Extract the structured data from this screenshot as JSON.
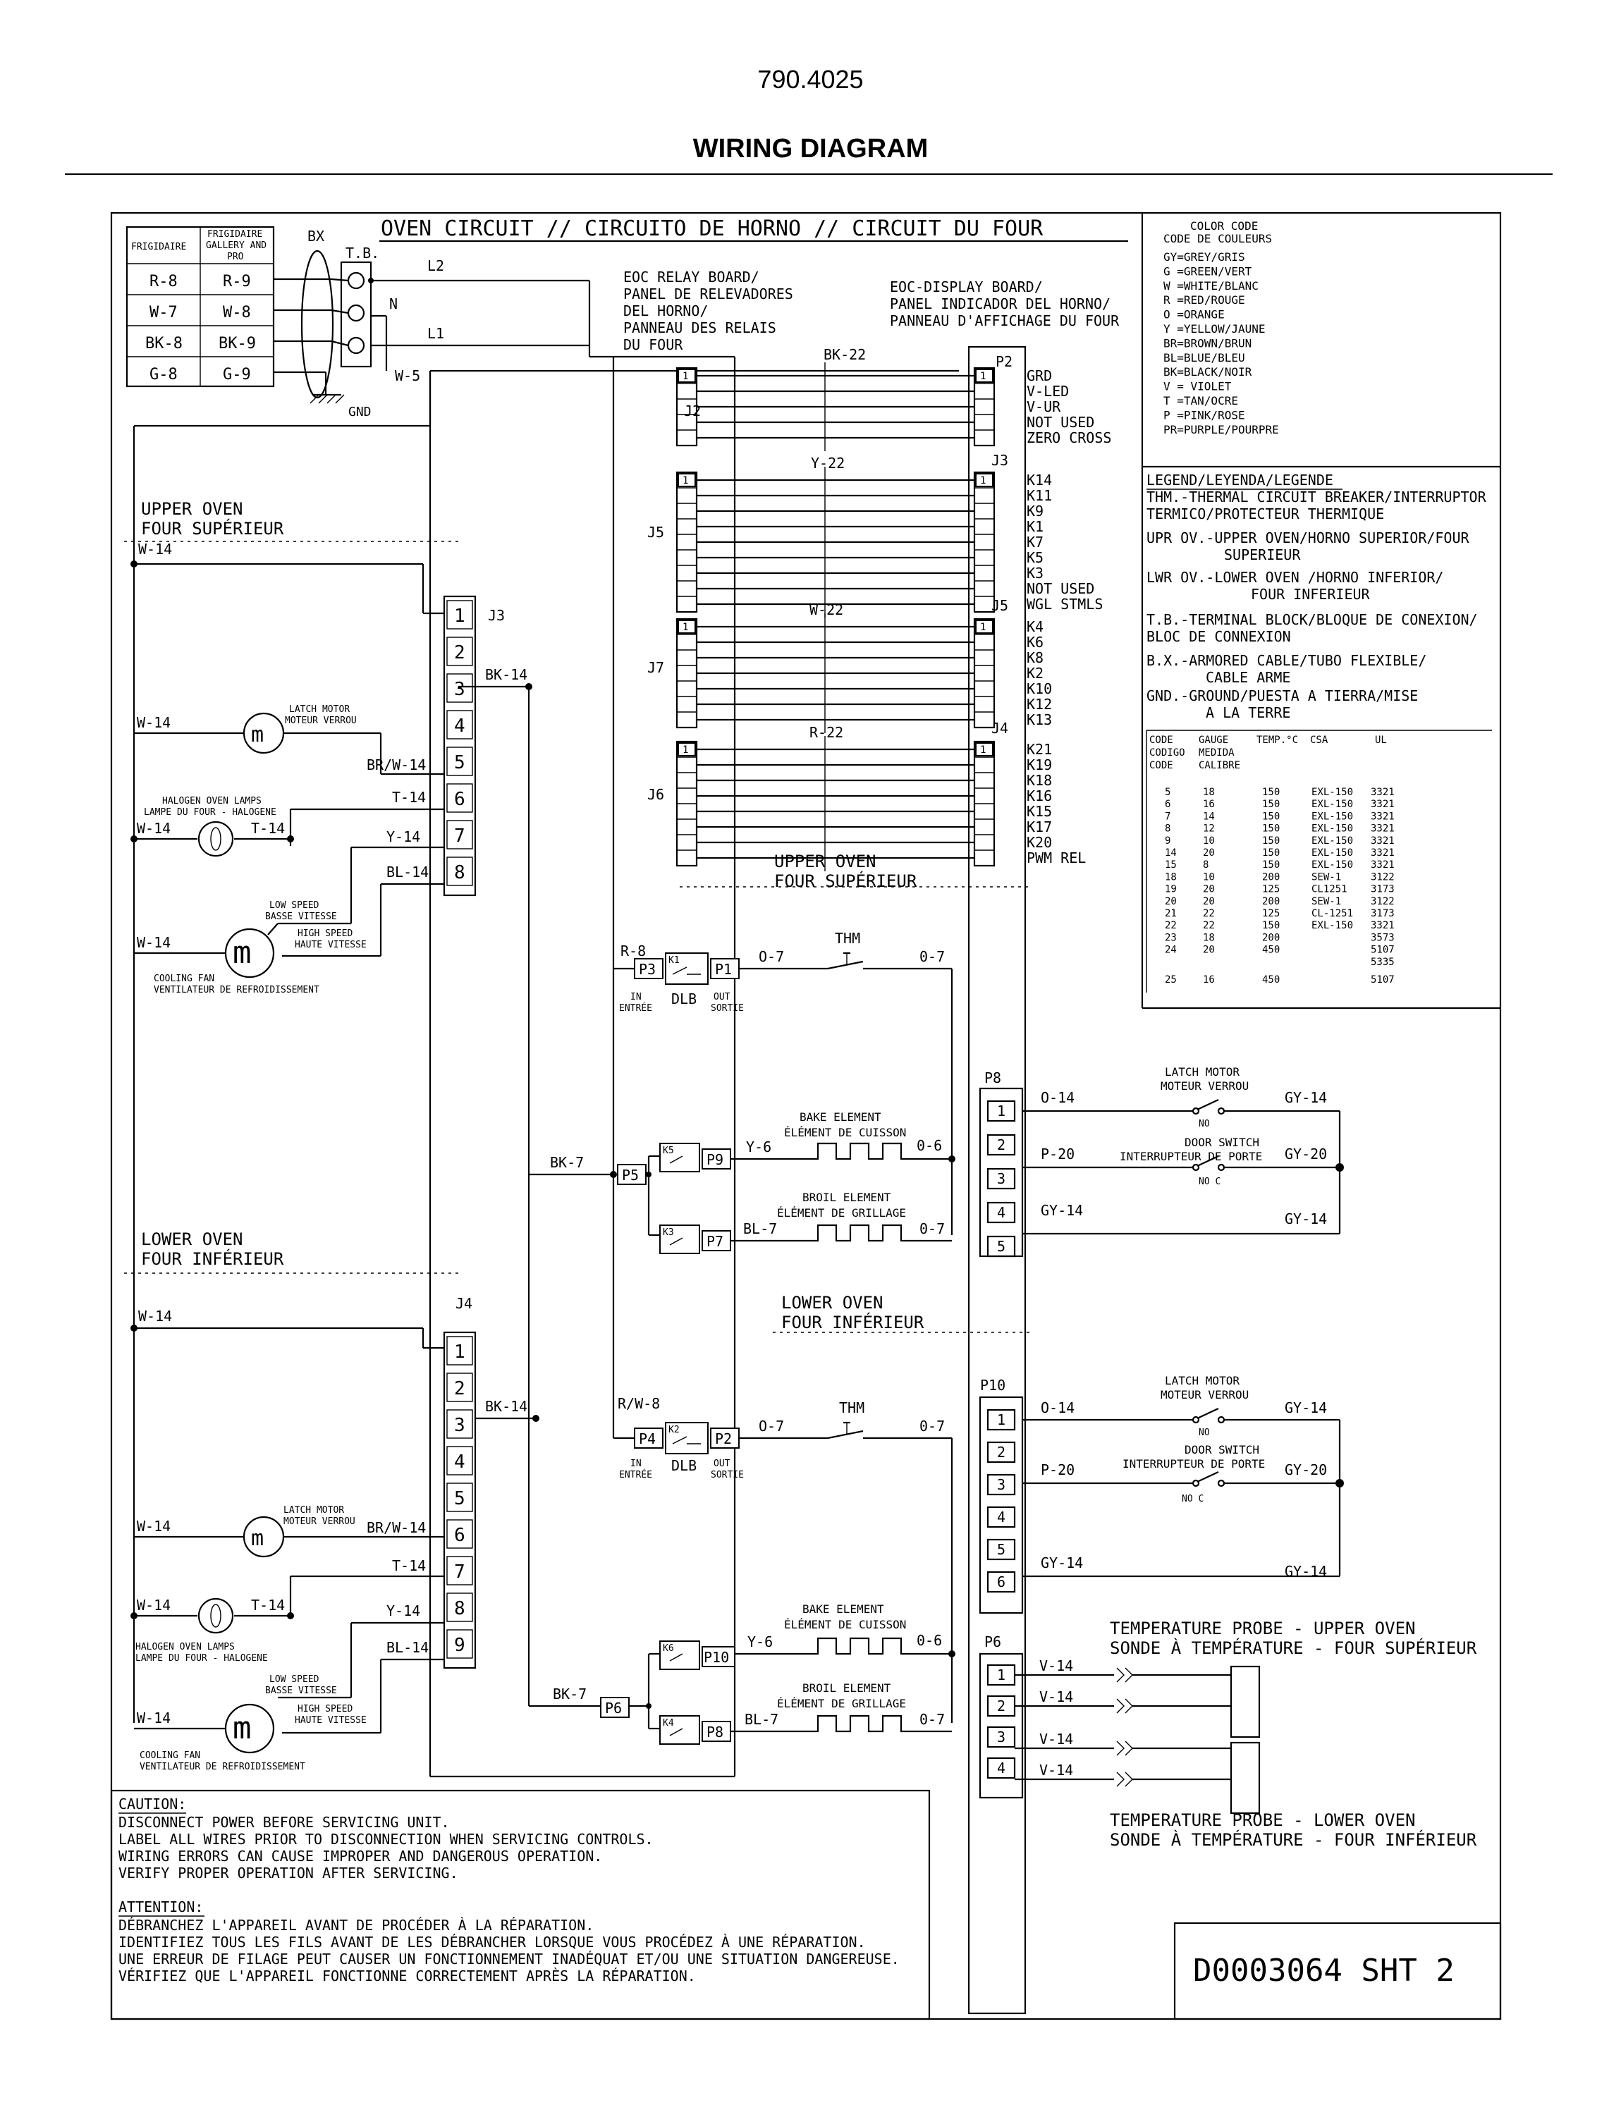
{
  "header": {
    "number": "790.4025",
    "title": "WIRING DIAGRAM"
  },
  "title": "OVEN CIRCUIT // CIRCUITO DE HORNO // CIRCUIT DU FOUR",
  "top_table": {
    "col1": "FRIGIDAIRE",
    "col2": [
      "FRIGIDAIRE",
      "GALLERY AND",
      "PRO"
    ],
    "rows": [
      [
        "R-8",
        "R-9"
      ],
      [
        "W-7",
        "W-8"
      ],
      [
        "BK-8",
        "BK-9"
      ],
      [
        "G-8",
        "G-9"
      ]
    ]
  },
  "power": {
    "bx": "BX",
    "tb": "T.B.",
    "l2": "L2",
    "n": "N",
    "l1": "L1",
    "gnd": "GND",
    "w5": "W-5"
  },
  "relay_board": [
    "EOC RELAY BOARD/",
    "PANEL DE RELEVADORES",
    "DEL HORNO/",
    "PANNEAU DES RELAIS",
    "DU FOUR"
  ],
  "display_board": [
    "EOC-DISPLAY BOARD/",
    "PANEL INDICADOR DEL HORNO/",
    "PANNEAU D'AFFICHAGE DU FOUR"
  ],
  "harnesses": [
    {
      "jl": "J2",
      "jr": "P2",
      "wire": "BK-22",
      "pins": [
        "GRD",
        "V-LED",
        "V-UR",
        "NOT USED",
        "ZERO CROSS"
      ]
    },
    {
      "jl": "J5",
      "jr": "J3",
      "wire": "Y-22",
      "pins": [
        "K14",
        "K11",
        "K9",
        "K1",
        "K7",
        "K5",
        "K3",
        "NOT USED",
        "WGL STMLS"
      ]
    },
    {
      "jl": "J7",
      "jr": "J5",
      "wire": "W-22",
      "pins": [
        "K4",
        "K6",
        "K8",
        "K2",
        "K10",
        "K12",
        "K13"
      ]
    },
    {
      "jl": "J6",
      "jr": "J4",
      "wire": "R-22",
      "pins": [
        "K21",
        "K19",
        "K18",
        "K16",
        "K15",
        "K17",
        "K20",
        "PWM REL"
      ]
    }
  ],
  "pin_one": "1",
  "color_code": {
    "title": [
      "COLOR CODE",
      "CODE DE COULEURS"
    ],
    "items": [
      "GY=GREY/GRIS",
      "G =GREEN/VERT",
      "W =WHITE/BLANC",
      "R =RED/ROUGE",
      "O =ORANGE",
      "Y =YELLOW/JAUNE",
      "BR=BROWN/BRUN",
      "BL=BLUE/BLEU",
      "BK=BLACK/NOIR",
      "V = VIOLET",
      "T =TAN/OCRE",
      "P =PINK/ROSE",
      "PR=PURPLE/POURPRE"
    ]
  },
  "legend": {
    "title": "LEGEND/LEYENDA/LEGENDE",
    "lines": [
      "THM.-THERMAL CIRCUIT BREAKER/INTERRUPTOR",
      "TERMICO/PROTECTEUR THERMIQUE",
      "UPR OV.-UPPER OVEN/HORNO SUPERIOR/FOUR",
      "SUPERIEUR",
      "LWR OV.-LOWER OVEN /HORNO INFERIOR/",
      "FOUR INFERIEUR",
      "T.B.-TERMINAL BLOCK/BLOQUE DE CONEXION/",
      "BLOC DE CONNEXION",
      "B.X.-ARMORED CABLE/TUBO FLEXIBLE/",
      "CABLE ARME",
      "GND.-GROUND/PUESTA A TIERRA/MISE",
      "A LA TERRE"
    ]
  },
  "gauge_table": {
    "headers": [
      [
        "CODE",
        "CODIGO",
        "CODE"
      ],
      [
        "GAUGE",
        "MEDIDA",
        "CALIBRE"
      ],
      [
        "TEMP.°C"
      ],
      [
        "CSA"
      ],
      [
        "UL"
      ]
    ],
    "rows": [
      [
        "5",
        "18",
        "150",
        "EXL-150",
        "3321"
      ],
      [
        "6",
        "16",
        "150",
        "EXL-150",
        "3321"
      ],
      [
        "7",
        "14",
        "150",
        "EXL-150",
        "3321"
      ],
      [
        "8",
        "12",
        "150",
        "EXL-150",
        "3321"
      ],
      [
        "9",
        "10",
        "150",
        "EXL-150",
        "3321"
      ],
      [
        "14",
        "20",
        "150",
        "EXL-150",
        "3321"
      ],
      [
        "15",
        "8",
        "150",
        "EXL-150",
        "3321"
      ],
      [
        "18",
        "10",
        "200",
        "SEW-1",
        "3122"
      ],
      [
        "19",
        "20",
        "125",
        "CL1251",
        "3173"
      ],
      [
        "20",
        "20",
        "200",
        "SEW-1",
        "3122"
      ],
      [
        "21",
        "22",
        "125",
        "CL-1251",
        "3173"
      ],
      [
        "22",
        "22",
        "150",
        "EXL-150",
        "3321"
      ],
      [
        "23",
        "18",
        "200",
        "",
        "3573"
      ],
      [
        "24",
        "20",
        "450",
        "",
        "5107"
      ],
      [
        "",
        "",
        "",
        "",
        "5335"
      ],
      [
        "25",
        "16",
        "450",
        "",
        "5107"
      ]
    ]
  },
  "upper_oven": {
    "label": [
      "UPPER OVEN",
      "FOUR SUPÉRIEUR"
    ],
    "connector": "J3",
    "pins": [
      "1",
      "2",
      "3",
      "4",
      "5",
      "6",
      "7",
      "8"
    ],
    "w14": "W-14",
    "bk14": "BK-14",
    "brw14": "BR/W-14",
    "t14": "T-14",
    "y14": "Y-14",
    "bl14": "BL-14",
    "latch": [
      "LATCH MOTOR",
      "MOTEUR VERROU"
    ],
    "halogen": [
      "HALOGEN OVEN LAMPS",
      "LAMPE DU FOUR - HALOGENE"
    ],
    "low_speed": [
      "LOW SPEED",
      "BASSE VITESSE"
    ],
    "high_speed": [
      "HIGH SPEED",
      "HAUTE VITESSE"
    ],
    "fan": [
      "COOLING FAN",
      "VENTILATEUR DE REFROIDISSEMENT"
    ]
  },
  "lower_oven": {
    "label": [
      "LOWER OVEN",
      "FOUR INFÉRIEUR"
    ],
    "connector": "J4",
    "pins": [
      "1",
      "2",
      "3",
      "4",
      "5",
      "6",
      "7",
      "8",
      "9"
    ],
    "w14": "W-14",
    "bk14": "BK-14",
    "brw14": "BR/W-14",
    "t14": "T-14",
    "y14": "Y-14",
    "bl14": "BL-14",
    "latch": [
      "LATCH MOTOR",
      "MOTEUR VERROU"
    ],
    "halogen": [
      "HALOGEN OVEN LAMPS",
      "LAMPE DU FOUR - HALOGENE"
    ],
    "low_speed": [
      "LOW SPEED",
      "BASSE VITESSE"
    ],
    "high_speed": [
      "HIGH SPEED",
      "HAUTE VITESSE"
    ],
    "fan": [
      "COOLING FAN",
      "VENTILATEUR DE REFROIDISSEMENT"
    ]
  },
  "upper_circuit": {
    "label": [
      "UPPER OVEN",
      "FOUR SUPÉRIEUR"
    ],
    "r8": "R-8",
    "p3": "P3",
    "k1": "K1",
    "p1": "P1",
    "o7": "O-7",
    "thm": "THM",
    "o7b": "0-7",
    "in": [
      "IN",
      "ENTRÉE"
    ],
    "dlb": "DLB",
    "out": [
      "OUT",
      "SORTIE"
    ],
    "bk7": "BK-7",
    "p5": "P5",
    "k5": "K5",
    "p9": "P9",
    "y6": "Y-6",
    "o6": "0-6",
    "bake": [
      "BAKE ELEMENT",
      "ÉLÉMENT DE CUISSON"
    ],
    "k3": "K3",
    "p7": "P7",
    "bl7": "BL-7",
    "o7c": "0-7",
    "broil": [
      "BROIL ELEMENT",
      "ÉLÉMENT DE GRILLAGE"
    ]
  },
  "lower_circuit": {
    "label": [
      "LOWER OVEN",
      "FOUR INFÉRIEUR"
    ],
    "rw8": "R/W-8",
    "p4": "P4",
    "k2": "K2",
    "p2": "P2",
    "o7": "O-7",
    "thm": "THM",
    "o7b": "0-7",
    "in": [
      "IN",
      "ENTRÉE"
    ],
    "dlb": "DLB",
    "out": [
      "OUT",
      "SORTIE"
    ],
    "bk7": "BK-7",
    "p6": "P6",
    "k6": "K6",
    "p10": "P10",
    "y6": "Y-6",
    "o6": "0-6",
    "bake": [
      "BAKE ELEMENT",
      "ÉLÉMENT DE CUISSON"
    ],
    "k4": "K4",
    "p8": "P8",
    "bl7": "BL-7",
    "o7c": "0-7",
    "broil": [
      "BROIL ELEMENT",
      "ÉLÉMENT DE GRILLAGE"
    ]
  },
  "p8_block": {
    "name": "P8",
    "pins": [
      "1",
      "2",
      "3",
      "4",
      "5"
    ],
    "o14": "O-14",
    "p20": "P-20",
    "gy14a": "GY-14",
    "gy20": "GY-20",
    "gy14b": "GY-14",
    "gy14c": "GY-14",
    "latch": [
      "LATCH MOTOR",
      "MOTEUR VERROU"
    ],
    "no": "NO",
    "door": [
      "DOOR SWITCH",
      "INTERRUPTEUR DE PORTE"
    ],
    "noc": "NO  C"
  },
  "p10_block": {
    "name": "P10",
    "pins": [
      "1",
      "2",
      "3",
      "4",
      "5",
      "6"
    ],
    "o14": "O-14",
    "p20": "P-20",
    "gy14a": "GY-14",
    "gy20": "GY-20",
    "gy14b": "GY-14",
    "gy14c": "GY-14",
    "latch": [
      "LATCH MOTOR",
      "MOTEUR VERROU"
    ],
    "no": "NO",
    "door": [
      "DOOR SWITCH",
      "INTERRUPTEUR DE PORTE"
    ],
    "noc": "NO     C"
  },
  "probe": {
    "name": "P6",
    "pins": [
      "1",
      "2",
      "3",
      "4"
    ],
    "v14": "V-14",
    "upper": [
      "TEMPERATURE PROBE - UPPER OVEN",
      "SONDE À TEMPÉRATURE - FOUR SUPÉRIEUR"
    ],
    "lower": [
      "TEMPERATURE PROBE - LOWER OVEN",
      "SONDE À TEMPÉRATURE - FOUR INFÉRIEUR"
    ]
  },
  "caution": {
    "title": "CAUTION:",
    "lines": [
      "DISCONNECT POWER BEFORE SERVICING UNIT.",
      "LABEL ALL WIRES PRIOR TO DISCONNECTION WHEN SERVICING CONTROLS.",
      "WIRING ERRORS CAN CAUSE IMPROPER AND DANGEROUS OPERATION.",
      "VERIFY PROPER OPERATION AFTER SERVICING."
    ]
  },
  "attention": {
    "title": "ATTENTION:",
    "lines": [
      "DÉBRANCHEZ L'APPAREIL AVANT DE PROCÉDER À LA RÉPARATION.",
      "IDENTIFIEZ TOUS LES FILS AVANT DE LES DÉBRANCHER LORSQUE VOUS PROCÉDEZ À UNE RÉPARATION.",
      "UNE ERREUR DE FILAGE PEUT CAUSER UN FONCTIONNEMENT INADÉQUAT ET/OU UNE SITUATION DANGEREUSE.",
      "VÉRIFIEZ QUE L'APPAREIL FONCTIONNE CORRECTEMENT APRÈS LA RÉPARATION."
    ]
  },
  "drawing_number": "D0003064  SHT  2"
}
